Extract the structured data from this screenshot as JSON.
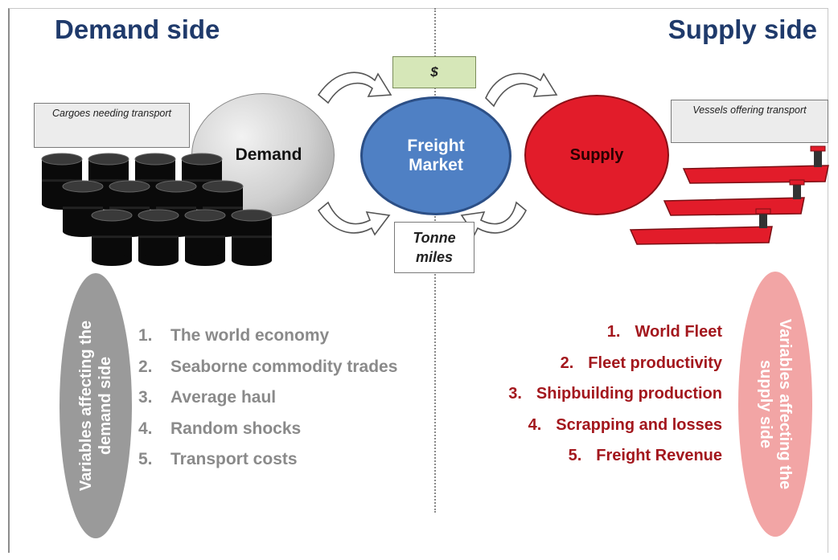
{
  "headings": {
    "demand": "Demand side",
    "supply": "Supply side"
  },
  "labels": {
    "cargoes": "Cargoes needing transport",
    "vessels": "Vessels offering transport",
    "price": "$",
    "tonne_miles_line1": "Tonne",
    "tonne_miles_line2": "miles"
  },
  "nodes": {
    "demand": "Demand",
    "market_line1": "Freight",
    "market_line2": "Market",
    "supply": "Supply"
  },
  "variables": {
    "demand_title_line1": "Variables affecting the",
    "demand_title_line2": "demand side",
    "supply_title_line1": "Variables affecting the",
    "supply_title_line2": "supply side",
    "demand_items": [
      {
        "num": "1.",
        "text": "The world economy"
      },
      {
        "num": "2.",
        "text": "Seaborne commodity trades"
      },
      {
        "num": "3.",
        "text": "Average haul"
      },
      {
        "num": "4.",
        "text": "Random shocks"
      },
      {
        "num": "5.",
        "text": "Transport costs"
      }
    ],
    "supply_items": [
      {
        "num": "1.",
        "text": "World Fleet"
      },
      {
        "num": "2.",
        "text": "Fleet productivity"
      },
      {
        "num": "3.",
        "text": "Shipbuilding production"
      },
      {
        "num": "4.",
        "text": "Scrapping and losses"
      },
      {
        "num": "5.",
        "text": "Freight Revenue"
      }
    ]
  },
  "colors": {
    "heading": "#1f3a6b",
    "market": "#4f80c4",
    "supply": "#e21c2a",
    "demand_list": "#8a8a8a",
    "supply_list": "#a3171d"
  },
  "icons": [
    "barrel-icon",
    "ship-icon",
    "curved-arrow-icon"
  ]
}
